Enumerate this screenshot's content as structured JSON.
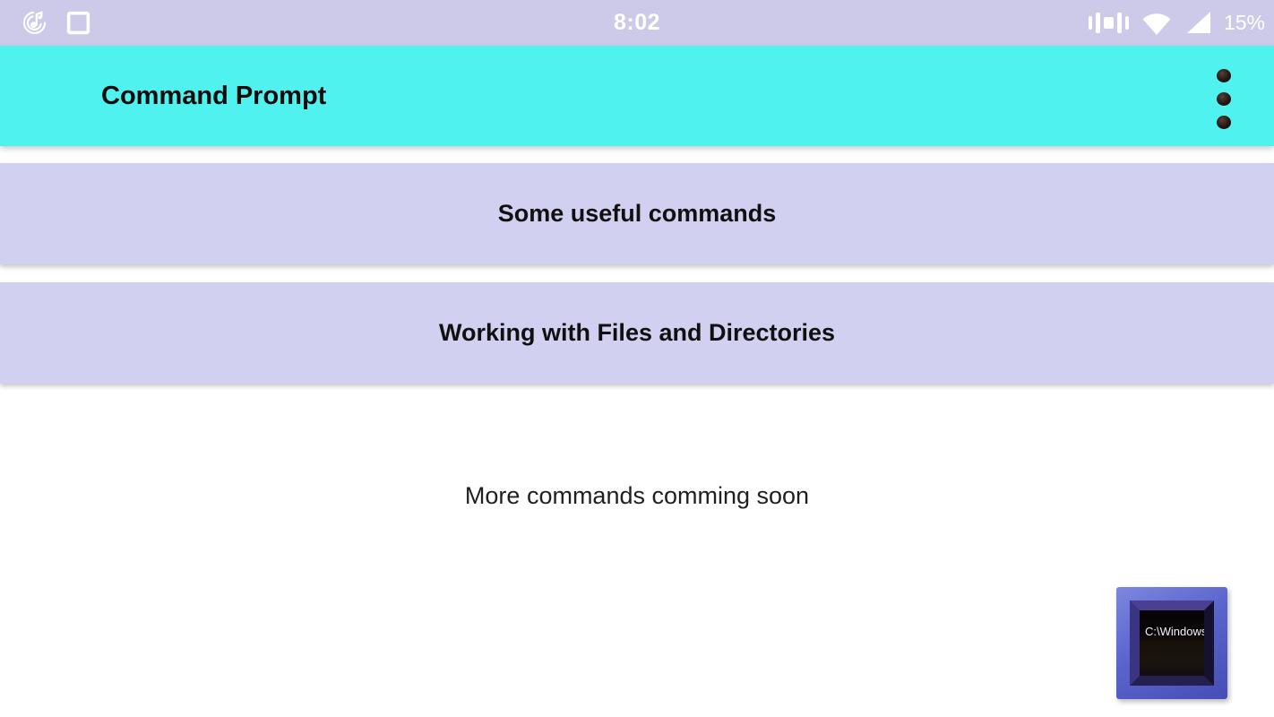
{
  "status_bar": {
    "time": "8:02",
    "battery_percent": "15%",
    "left_icons": [
      "music-note-notification",
      "square-app-notification"
    ],
    "right_icons": [
      "vibrate",
      "wifi",
      "cellular-signal"
    ],
    "bg_color": "#cdcae9"
  },
  "app_bar": {
    "title": "Command Prompt",
    "bg_color": "#4ff2ef",
    "overflow_menu": "three-dot-menu"
  },
  "menu": {
    "items": [
      {
        "label": "Some useful commands"
      },
      {
        "label": "Working with Files and Directories"
      }
    ],
    "button_bg_color": "#d2d0f0"
  },
  "coming_soon": {
    "text": "More commands comming soon"
  },
  "logo": {
    "screen_text": "C:\\Windows\\",
    "frame_color": "#5a64cd"
  }
}
